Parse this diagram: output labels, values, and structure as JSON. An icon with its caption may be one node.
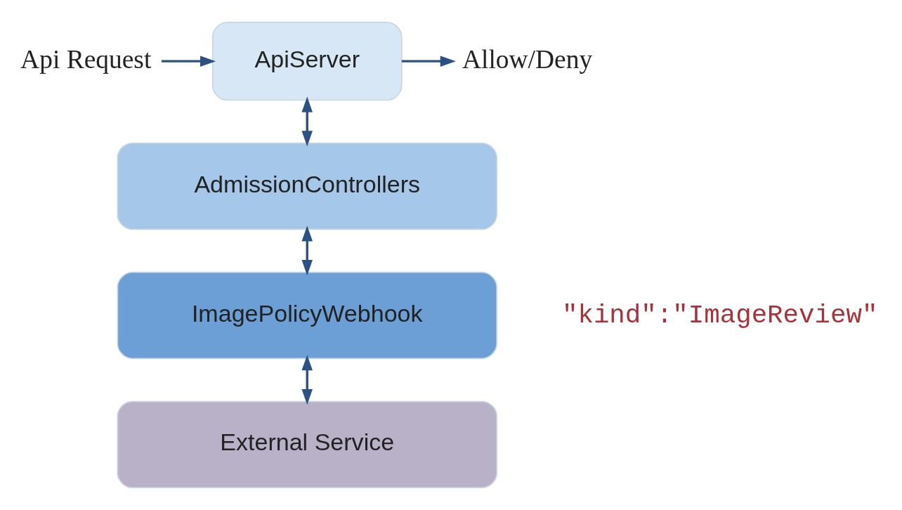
{
  "diagram": {
    "nodes": [
      {
        "text": [
          "Api Request"
        ]
      },
      {
        "text": [
          "ApiServer"
        ]
      },
      {
        "text": [
          "Allow/Deny"
        ]
      },
      {
        "text": [
          "AdmissionControllers"
        ]
      },
      {
        "text": [
          "ImagePolicyWebhook"
        ]
      },
      {
        "text": [
          "External Service"
        ]
      }
    ],
    "edges": [
      {
        "from": 0,
        "to": 1,
        "arrow": "to"
      },
      {
        "from": 1,
        "to": 2,
        "arrow": "to"
      },
      {
        "from": 1,
        "to": 3,
        "arrow": "both"
      },
      {
        "from": 3,
        "to": 4,
        "arrow": "both"
      },
      {
        "from": 4,
        "to": 5,
        "arrow": "both"
      }
    ],
    "labels": [
      "\"kind\":\"ImageReview\""
    ]
  }
}
